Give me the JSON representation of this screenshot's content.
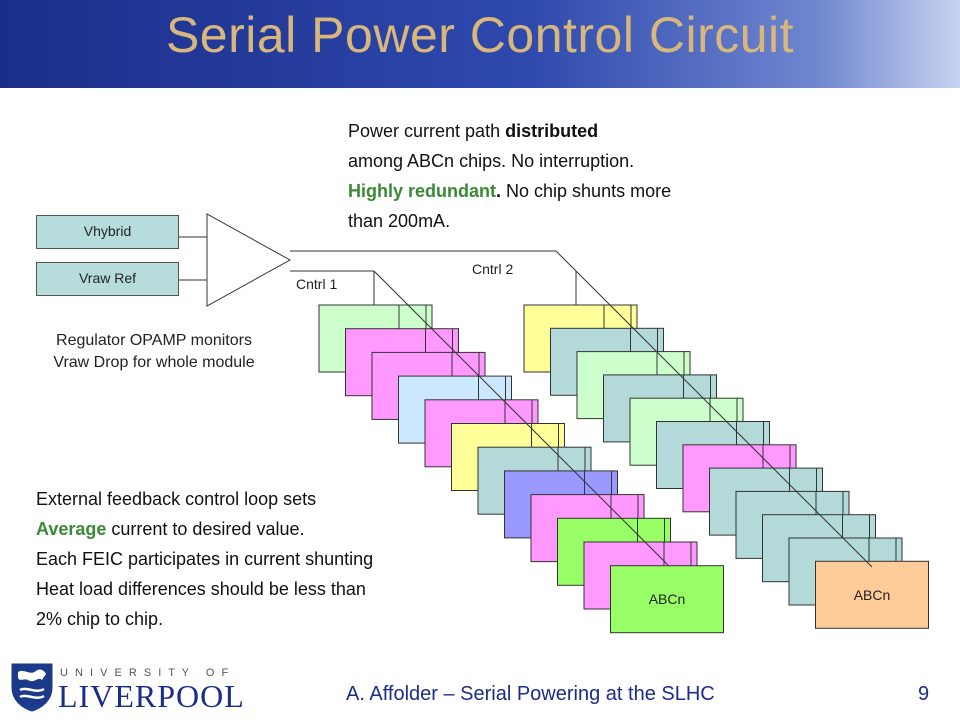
{
  "title": "Serial Power Control Circuit",
  "note_top": {
    "line1_a": "Power current path ",
    "line1_b": "distributed",
    "line2": "among ABCn chips. No interruption.",
    "line3_a": "Highly  redundant",
    "line3_b": ".",
    "line3_c": "  No chip shunts more",
    "line4": "than 200mA."
  },
  "inputs": {
    "vhybrid": "Vhybrid",
    "vraw_ref": "Vraw Ref"
  },
  "controls": {
    "cntrl1": "Cntrl 1",
    "cntrl2": "Cntrl 2"
  },
  "regulator_note": {
    "line1": "Regulator OPAMP monitors",
    "line2": "Vraw Drop for whole module"
  },
  "note_bottom": {
    "line1": "External feedback control loop sets",
    "line2_a": "Average",
    "line2_b": "  current to desired value.",
    "line3": "Each FEIC participates in current shunting",
    "line4": " Heat load differences should be less than",
    "line5": " 2% chip to chip."
  },
  "chip_label": "ABCn",
  "colors": {
    "stack1": [
      "#ccffcc",
      "#ff99ff",
      "#ff99ff",
      "#cce8ff",
      "#ff99ff",
      "#ffff99",
      "#b3d9d9",
      "#9999ff",
      "#ff99ff",
      "#99ff66",
      "#ff99ff",
      "#99ff66"
    ],
    "stack2": [
      "#ffff99",
      "#b3d9d9",
      "#ccffcc",
      "#b3d9d9",
      "#ccffcc",
      "#b3d9d9",
      "#ff99ff",
      "#b3d9d9",
      "#b3d9d9",
      "#b3d9d9",
      "#b3d9d9",
      "#ffcc99"
    ]
  },
  "footer": {
    "university_small": "U N I V E R S I T Y   O F",
    "university_big": "LIVERPOOL",
    "author": "A. Affolder – Serial Powering at the SLHC",
    "page": "9"
  }
}
